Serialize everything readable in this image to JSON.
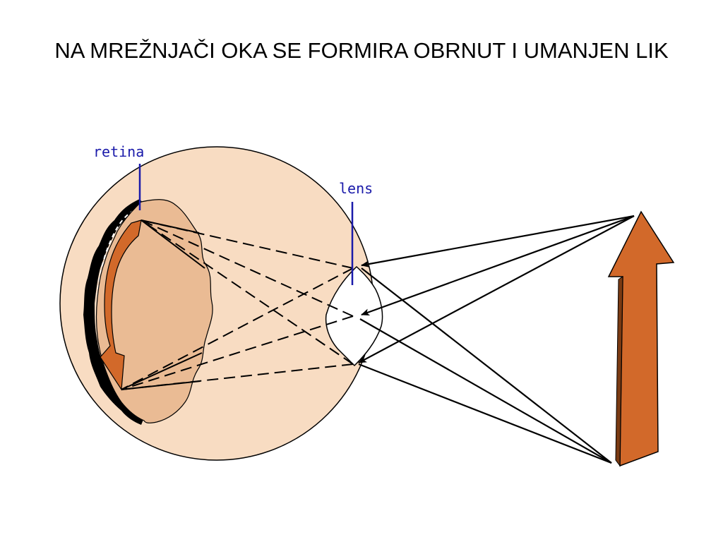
{
  "slide": {
    "title": "NA MREŽNJAČI OKA SE FORMIRA OBRNUT I UMANJEN LIK"
  },
  "diagram": {
    "labels": {
      "retina": "retina",
      "lens": "lens"
    },
    "colors": {
      "eyeball": "#f8dcc2",
      "vitreous": "#eabb94",
      "image_arrow": "#d2692a",
      "label": "#1a1aaa",
      "lens": "#ffffff",
      "rays": "#000000"
    }
  }
}
